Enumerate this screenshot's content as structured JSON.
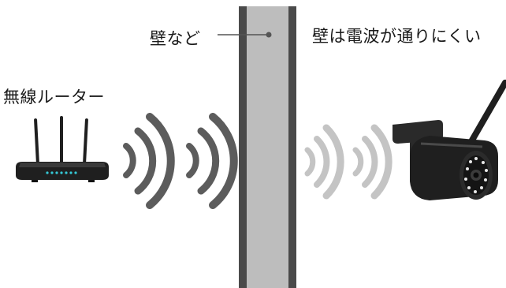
{
  "labels": {
    "router": "無線ルーター",
    "wall": "壁など",
    "wall_note": "壁は電波が通りにくい"
  },
  "icons": {
    "router": "wifi-router-icon",
    "camera": "security-camera-icon",
    "signal_strong": "wifi-signal-strong-icon",
    "signal_weak": "wifi-signal-weak-icon"
  },
  "colors": {
    "wall_outer": "#4a4a4a",
    "wall_inner": "#bdbdbd",
    "signal_strong": "#5c5c5c",
    "signal_weak": "#c4c4c4",
    "device": "#1f1f1f",
    "leader_line": "#555555"
  }
}
